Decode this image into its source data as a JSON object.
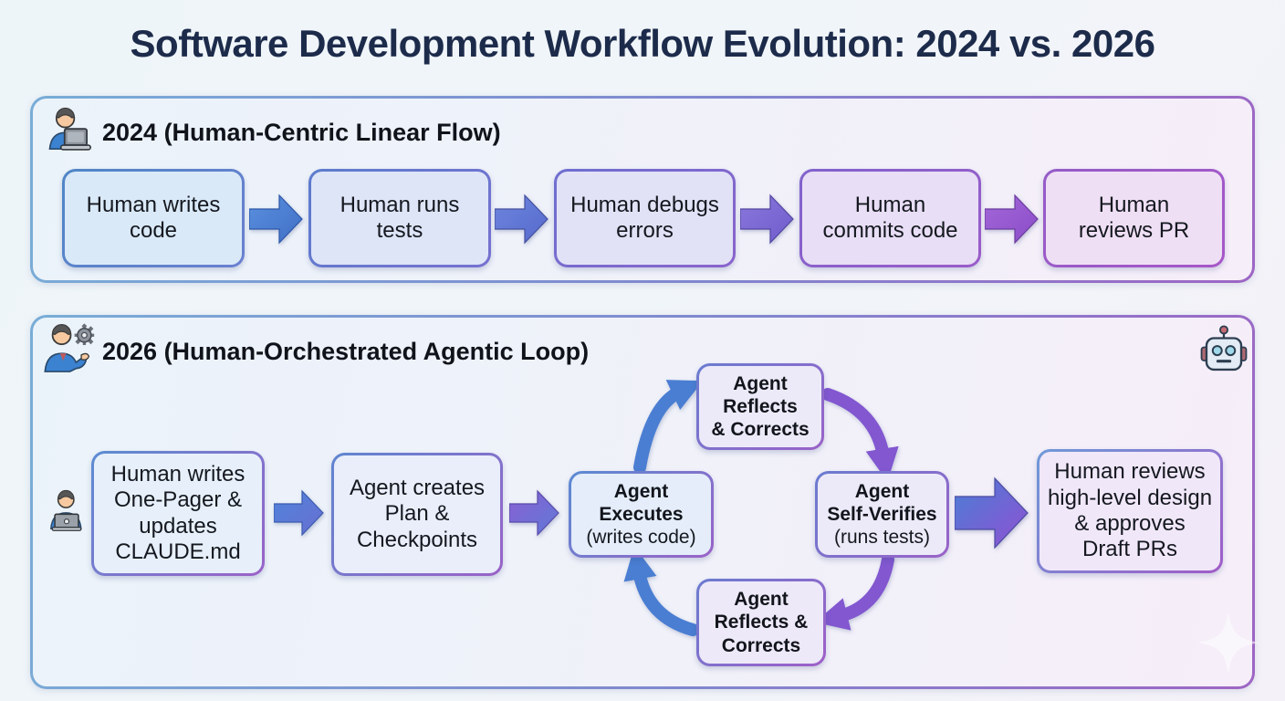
{
  "title": "Software Development Workflow Evolution: 2024 vs. 2026",
  "colors": {
    "background": "#eff4f8",
    "title_text": "#1d2b4b",
    "arrow_blue": "#4a7ed2",
    "arrow_violet": "#7b68d4",
    "arrow_purple": "#9355d0",
    "panel_border_left": "#79add7",
    "panel_border_right": "#9d66c4"
  },
  "panel_2024": {
    "heading": "2024 (Human-Centric Linear Flow)",
    "icon": "person-at-laptop",
    "steps": [
      "Human writes\ncode",
      "Human runs\ntests",
      "Human debugs\nerrors",
      "Human\ncommits code",
      "Human\nreviews PR"
    ]
  },
  "panel_2026": {
    "heading": "2026 (Human-Orchestrated Agentic Loop)",
    "icon": "person-with-gear",
    "corner_icon": "robot",
    "row_icon": "person-at-laptop",
    "step_write": "Human writes\nOne-Pager &\nupdates\nCLAUDE.md",
    "step_plan": "Agent creates\nPlan &\nCheckpoints",
    "loop": {
      "reflect_top": "Agent\nReflects\n& Corrects",
      "execute_title": "Agent\nExecutes",
      "execute_subtitle": "(writes code)",
      "verify_title": "Agent\nSelf-Verifies",
      "verify_subtitle": "(runs tests)",
      "reflect_bottom": "Agent\nReflects &\nCorrects"
    },
    "step_review": "Human reviews\nhigh-level design\n& approves\nDraft PRs"
  }
}
